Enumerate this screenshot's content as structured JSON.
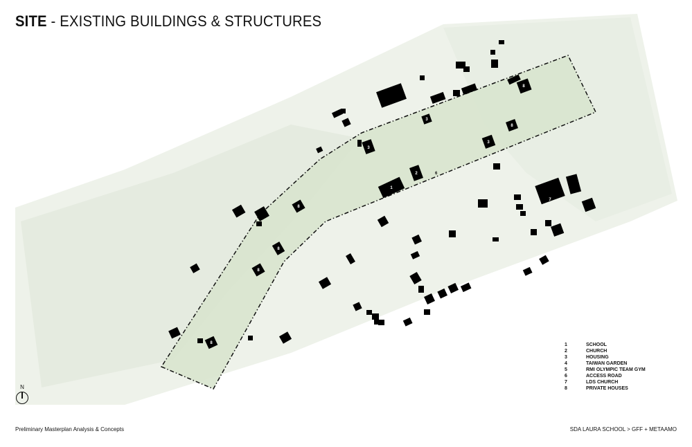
{
  "title": {
    "strong": "SITE",
    "rest": " - EXISTING BUILDINGS & STRUCTURES"
  },
  "legend": [
    {
      "num": "1",
      "label": "SCHOOL"
    },
    {
      "num": "2",
      "label": "CHURCH"
    },
    {
      "num": "3",
      "label": "HOUSING"
    },
    {
      "num": "4",
      "label": "TAIWAN GARDEN"
    },
    {
      "num": "5",
      "label": "RMI OLYMPIC TEAM GYM"
    },
    {
      "num": "6",
      "label": "ACCESS ROAD"
    },
    {
      "num": "7",
      "label": "LDS CHURCH"
    },
    {
      "num": "8",
      "label": "PRIVATE HOUSES"
    }
  ],
  "north": {
    "label": "N"
  },
  "footer": {
    "left": "Preliminary Masterplan Analysis & Concepts",
    "right": "SDA LAURA SCHOOL > GFF + METAAMO"
  },
  "map_labels": {
    "school": "1",
    "church": "2",
    "housing": "3",
    "access_road": "6",
    "lds_church": "7",
    "private_houses": "8"
  },
  "colors": {
    "vegetation": "#e6ece2",
    "site_fill": "#d6e2cc",
    "building": "#000000",
    "boundary": "#111111"
  }
}
